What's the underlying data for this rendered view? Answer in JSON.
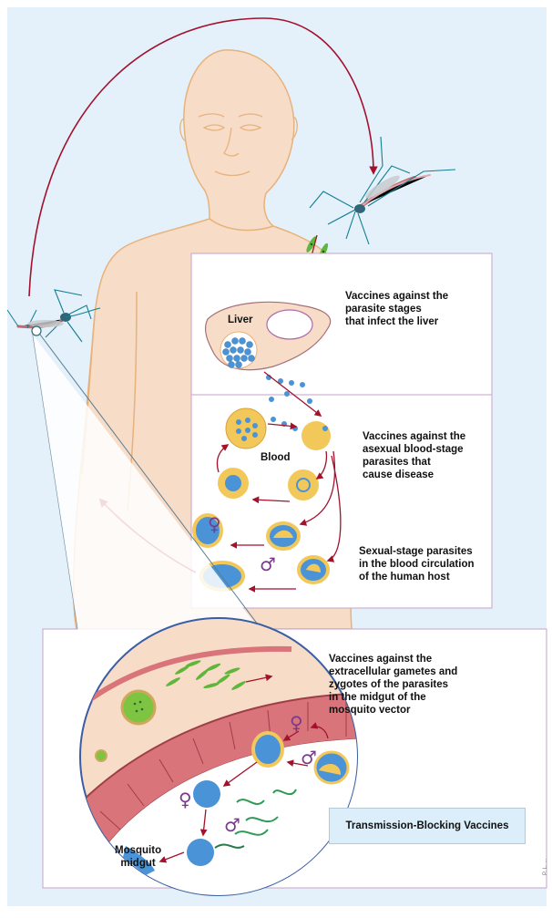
{
  "labels": {
    "liver": "Liver",
    "blood": "Blood",
    "mosquito_midgut": "Mosquito\nmidgut",
    "liver_vaccines": "Vaccines against the\nparasite stages\nthat infect the liver",
    "blood_vaccines": "Vaccines against the\nasexual blood-stage\nparasites that\ncause disease",
    "sexual_stage": "Sexual-stage parasites\nin the blood circulation\nof the human host",
    "midgut_vaccines": "Vaccines against the\nextracellular gametes and\nzygotes of the parasites\nin the midgut of the\nmosquito vector",
    "transmission_blocking": "Transmission-Blocking Vaccines"
  },
  "symbols": {
    "female": "♀",
    "male": "♂"
  },
  "credit": "P. L. ..."
}
